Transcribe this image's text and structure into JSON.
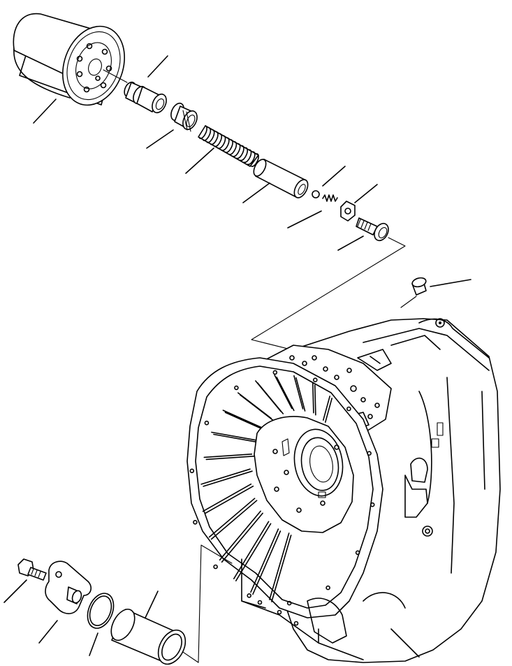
{
  "figure": {
    "kind": "exploded-parts-illustration",
    "colors": {
      "line": "#000000",
      "background": "#ffffff"
    },
    "callouts_labeled": false
  },
  "parts": [
    {
      "id": "oil-filter-cartridge",
      "icon": "filter-icon"
    },
    {
      "id": "filter-adapter-fitting",
      "icon": "fitting-icon"
    },
    {
      "id": "retainer-ring",
      "icon": "ring-icon"
    },
    {
      "id": "coil-spring",
      "icon": "spring-icon"
    },
    {
      "id": "valve-spool",
      "icon": "spool-icon"
    },
    {
      "id": "small-ball",
      "icon": "ball-icon"
    },
    {
      "id": "small-spring",
      "icon": "spring-icon"
    },
    {
      "id": "nut",
      "icon": "nut-icon"
    },
    {
      "id": "adjusting-bolt",
      "icon": "bolt-icon"
    },
    {
      "id": "plug",
      "icon": "plug-icon"
    },
    {
      "id": "transmission-case",
      "icon": "housing-icon"
    },
    {
      "id": "cover-bolt",
      "icon": "bolt-icon"
    },
    {
      "id": "cover-plate",
      "icon": "plate-icon"
    },
    {
      "id": "o-ring",
      "icon": "o-ring-icon"
    },
    {
      "id": "sleeve",
      "icon": "sleeve-icon"
    }
  ]
}
